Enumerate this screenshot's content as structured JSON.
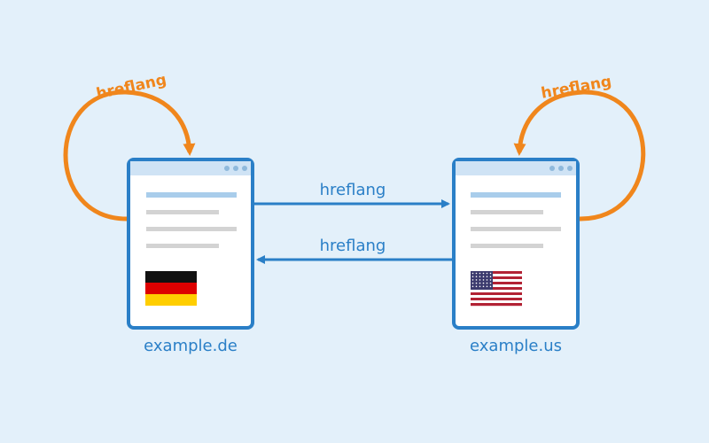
{
  "colors": {
    "background": "#e3f0fa",
    "primary_blue": "#2a7fc7",
    "accent_orange": "#f0861c",
    "page_fill": "#ffffff",
    "titlebar": "#cfe3f5",
    "line_gray": "#d3d3d3",
    "line_blue": "#a9cdeb"
  },
  "pages": [
    {
      "domain": "example.de",
      "flag": "germany-flag-icon"
    },
    {
      "domain": "example.us",
      "flag": "usa-flag-icon"
    }
  ],
  "links": {
    "top_label": "hreflang",
    "bottom_label": "hreflang",
    "self_left_label": "hreflang",
    "self_right_label": "hreflang"
  }
}
